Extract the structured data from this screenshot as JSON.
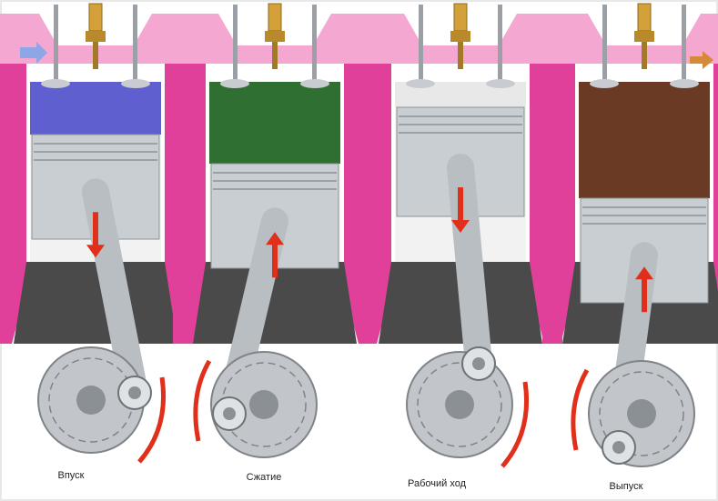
{
  "diagram": {
    "strokes": [
      {
        "id": "intake",
        "label": "Впуск",
        "chamber_color": "#5f5fd0",
        "piston_arrow": "down",
        "crank_arrow": "down-left"
      },
      {
        "id": "compression",
        "label": "Сжатие",
        "chamber_color": "#2f6f32",
        "piston_arrow": "up",
        "crank_arrow": "up-left"
      },
      {
        "id": "power",
        "label": "Рабочий ход",
        "chamber_color": "#e8e8e8",
        "piston_arrow": "down",
        "crank_arrow": "down-right"
      },
      {
        "id": "exhaust",
        "label": "Выпуск",
        "chamber_color": "#6b3a24",
        "piston_arrow": "up",
        "crank_arrow": "up-left"
      }
    ],
    "colors": {
      "cylinder_wall": "#e0409a",
      "cylinder_wall_inner": "#f4a7d0",
      "block": "#4a4a4a",
      "piston": "#c9ced3",
      "rod": "#b9bec3",
      "crank": "#c2c6ca",
      "arrow": "#e0301c",
      "spark_plug": "#d4a03a",
      "frame": "#e8e8e8"
    }
  }
}
